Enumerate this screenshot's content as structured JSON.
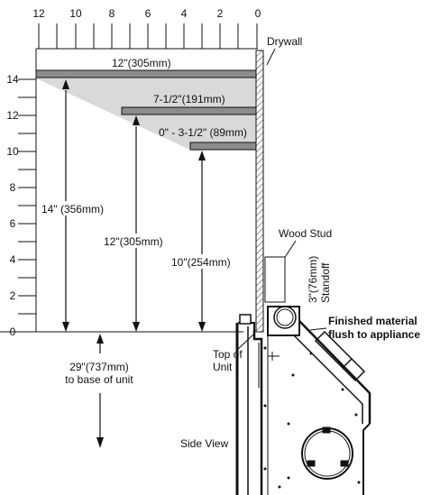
{
  "ruler": {
    "top_ticks": [
      "12",
      "10",
      "8",
      "6",
      "4",
      "2",
      "0"
    ],
    "left_ticks": [
      "14",
      "12",
      "10",
      "8",
      "6",
      "4",
      "2",
      "0"
    ]
  },
  "labels": {
    "drywall": "Drywall",
    "shelf_top": "12\"(305mm)",
    "shelf_mid": "7-1/2\"(191mm)",
    "shelf_low": "0\" - 3-1/2\" (89mm)",
    "dim_14": "14\" (356mm)",
    "dim_12": "12\"(305mm)",
    "dim_10": "10\"(254mm)",
    "wood_stud": "Wood Stud",
    "standoff_1": "3\"(76mm)",
    "standoff_2": "Standoff",
    "finished_1": "Finished material",
    "finished_2": "flush to appliance",
    "top_of_1": "Top of",
    "top_of_2": "Unit",
    "base_1": "29\"(737mm)",
    "base_2": "to base of unit",
    "side_view": "Side View"
  },
  "colors": {
    "line": "#111111",
    "shelf_fill": "#8c8c8c",
    "shade": "#d9d9d9"
  }
}
